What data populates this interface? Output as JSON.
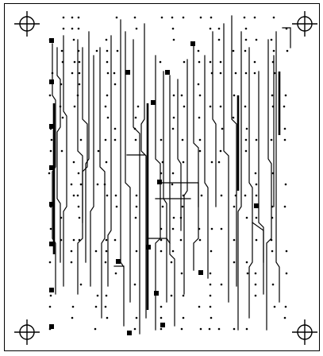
{
  "artwork": {
    "kind": "pcb-trace-layer",
    "foreground_color": "#000000",
    "background_color": "#ffffff",
    "border": true,
    "registration_marks": [
      "top-left",
      "top-right",
      "bottom-left",
      "bottom-right"
    ],
    "registration_mark_icon": "crosshair-circle-icon",
    "printed_text": []
  }
}
